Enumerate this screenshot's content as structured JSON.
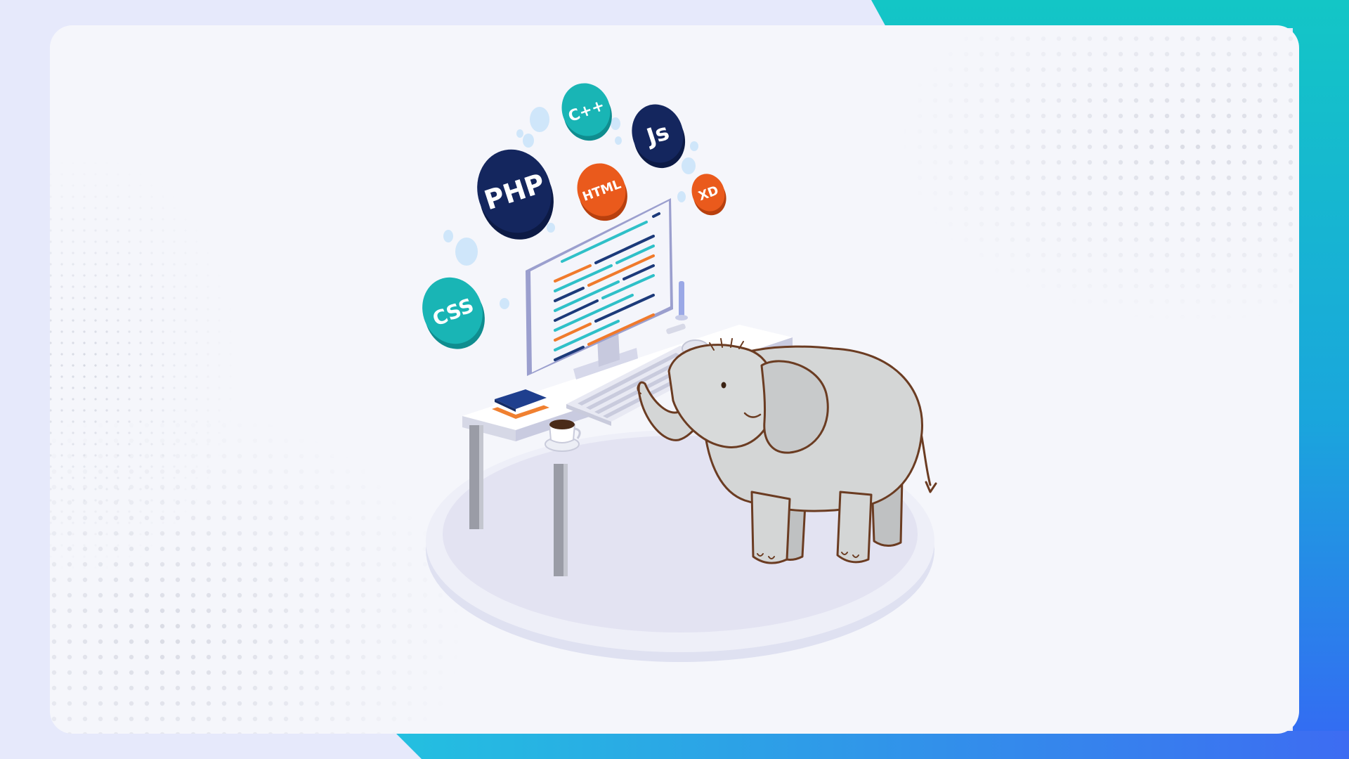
{
  "colors": {
    "page_bg": "#e6e9fb",
    "card_bg": "#f5f6fb",
    "accent_teal": "#10c3c6",
    "accent_blue": "#2e6cf5",
    "navy": "#14265e",
    "teal_badge": "#19b5b5",
    "orange": "#ea5a1c",
    "platform": "#e7e8f4",
    "elephant_fill": "#d4d6d6",
    "elephant_line": "#6b3c22"
  },
  "badges": [
    {
      "id": "css",
      "label": "CSS",
      "color": "teal"
    },
    {
      "id": "php",
      "label": "PHP",
      "color": "navy"
    },
    {
      "id": "cpp",
      "label": "C++",
      "color": "teal"
    },
    {
      "id": "html",
      "label": "HTML",
      "color": "orange"
    },
    {
      "id": "js",
      "label": "Js",
      "color": "navy"
    },
    {
      "id": "xd",
      "label": "XD",
      "color": "orange"
    }
  ],
  "scene": {
    "items": [
      "desk",
      "monitor",
      "code-lines",
      "keyboard",
      "mouse",
      "pen-stand",
      "notebook",
      "coffee-cup",
      "elephant",
      "platform"
    ]
  }
}
